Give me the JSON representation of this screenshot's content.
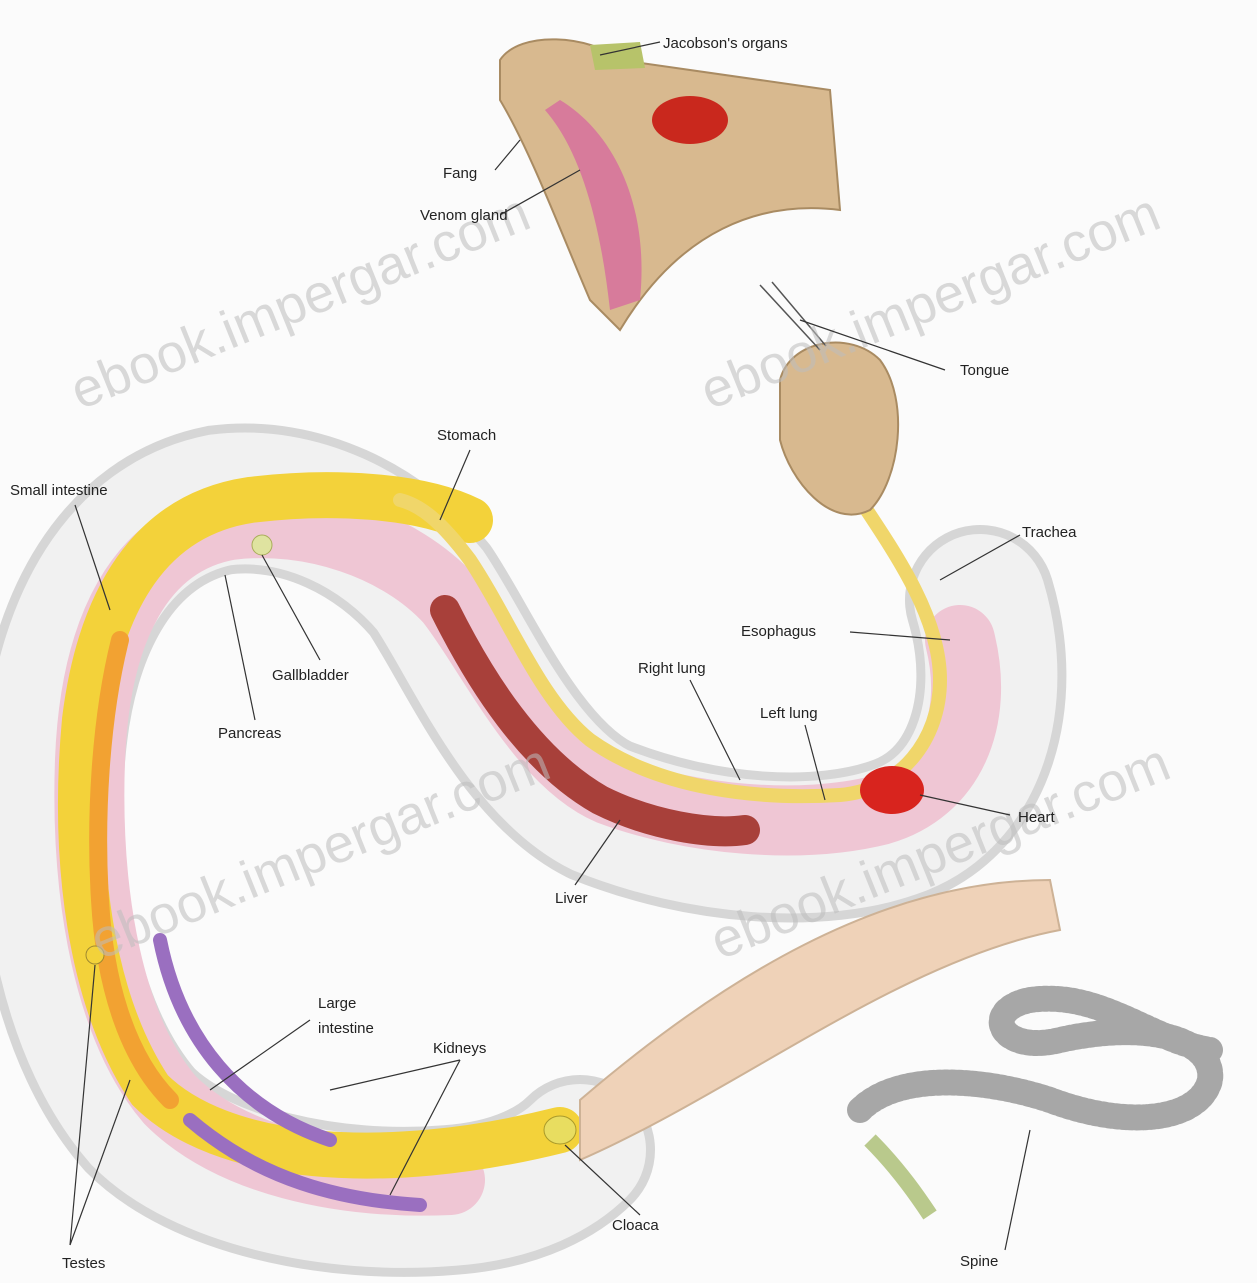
{
  "labels": {
    "jacobsons": "Jacobson's organs",
    "fang": "Fang",
    "venom_gland": "Venom gland",
    "tongue": "Tongue",
    "stomach": "Stomach",
    "small_intestine": "Small intestine",
    "trachea": "Trachea",
    "esophagus": "Esophagus",
    "gallbladder": "Gallbladder",
    "right_lung": "Right lung",
    "left_lung": "Left lung",
    "pancreas": "Pancreas",
    "heart": "Heart",
    "liver": "Liver",
    "large_intestine_1": "Large",
    "large_intestine_2": "intestine",
    "kidneys": "Kidneys",
    "cloaca": "Cloaca",
    "testes": "Testes",
    "spine": "Spine"
  },
  "watermarks": [
    "ebook.impergar.com",
    "ebook.impergar.com",
    "ebook.impergar.com",
    "ebook.impergar.com"
  ],
  "colors": {
    "body_outline": "#c9c9c9",
    "intestine_yellow": "#f3d23a",
    "intestine_orange": "#f2a232",
    "pink_tissue": "#efc6d4",
    "liver": "#a8403a",
    "kidney_purple": "#9a6fc0",
    "heart": "#d8241e",
    "tail_scales": "#efd2b8",
    "head_scales": "#d8b98f"
  }
}
